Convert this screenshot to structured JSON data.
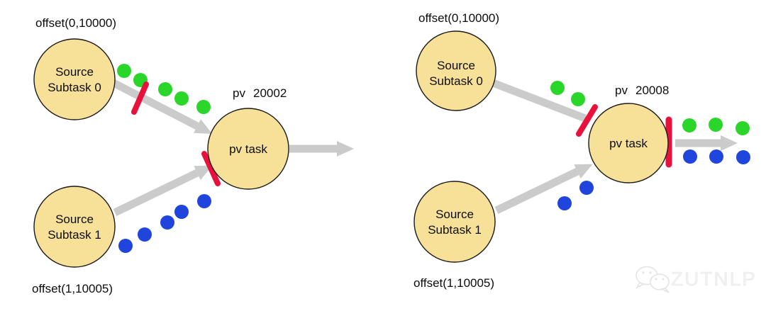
{
  "colors": {
    "node_fill": "#F7E098",
    "node_border": "#1A1A1A",
    "arrow_gray": "#CBCBCB",
    "record_green": "#2BD62B",
    "record_blue": "#1F45DC",
    "barrier_red": "#E8113C",
    "text": "#0D0D0D",
    "watermark_gray": "#F1F1F1"
  },
  "left_diagram": {
    "offset_top_label": "offset(0,10000)",
    "offset_bottom_label": "offset(1,10005)",
    "source0_line1": "Source",
    "source0_line2": "Subtask 0",
    "source1_line1": "Source",
    "source1_line2": "Subtask 1",
    "task_label": "pv task",
    "pv_prefix": "pv",
    "pv_value": "20002",
    "green_record_count": 5,
    "blue_record_count": 5
  },
  "right_diagram": {
    "offset_top_label": "offset(0,10000)",
    "offset_bottom_label": "offset(1,10005)",
    "source0_line1": "Source",
    "source0_line2": "Subtask 0",
    "source1_line1": "Source",
    "source1_line2": "Subtask 1",
    "task_label": "pv task",
    "pv_prefix": "pv",
    "pv_value": "20008",
    "incoming_green_record_count": 2,
    "incoming_blue_record_count": 2,
    "outgoing_green_record_count": 3,
    "outgoing_blue_record_count": 3
  },
  "watermark": {
    "text": "ZUTNLP"
  }
}
